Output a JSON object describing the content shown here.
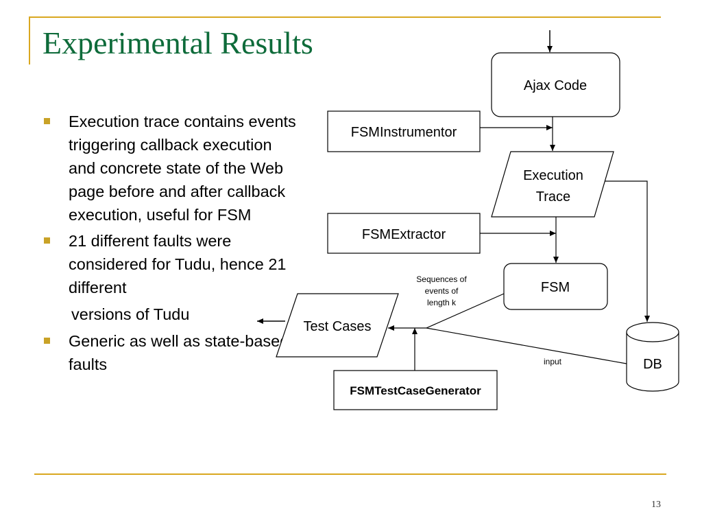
{
  "slide": {
    "title": "Experimental Results",
    "page_number": "13",
    "accent_color": "#D9A71F",
    "title_color": "#0E6B3A"
  },
  "bullets": [
    "Execution trace contains events triggering callback execution and concrete state of the Web page before and after callback execution, useful for FSM",
    "21 different faults were considered for Tudu, hence 21 different",
    "versions of Tudu",
    "Generic as well as state-based faults"
  ],
  "diagram": {
    "nodes": {
      "ajax_code": "Ajax Code",
      "fsm_instrumentor": "FSMInstrumentor",
      "execution_trace_line1": "Execution",
      "execution_trace_line2": "Trace",
      "fsm_extractor": "FSMExtractor",
      "fsm": "FSM",
      "test_cases": "Test Cases",
      "fsm_test_case_generator": "FSMTestCaseGenerator",
      "db": "DB"
    },
    "labels": {
      "sequences_line1": "Sequences of",
      "sequences_line2": "events of",
      "sequences_line3": "length k",
      "input": "input"
    }
  }
}
